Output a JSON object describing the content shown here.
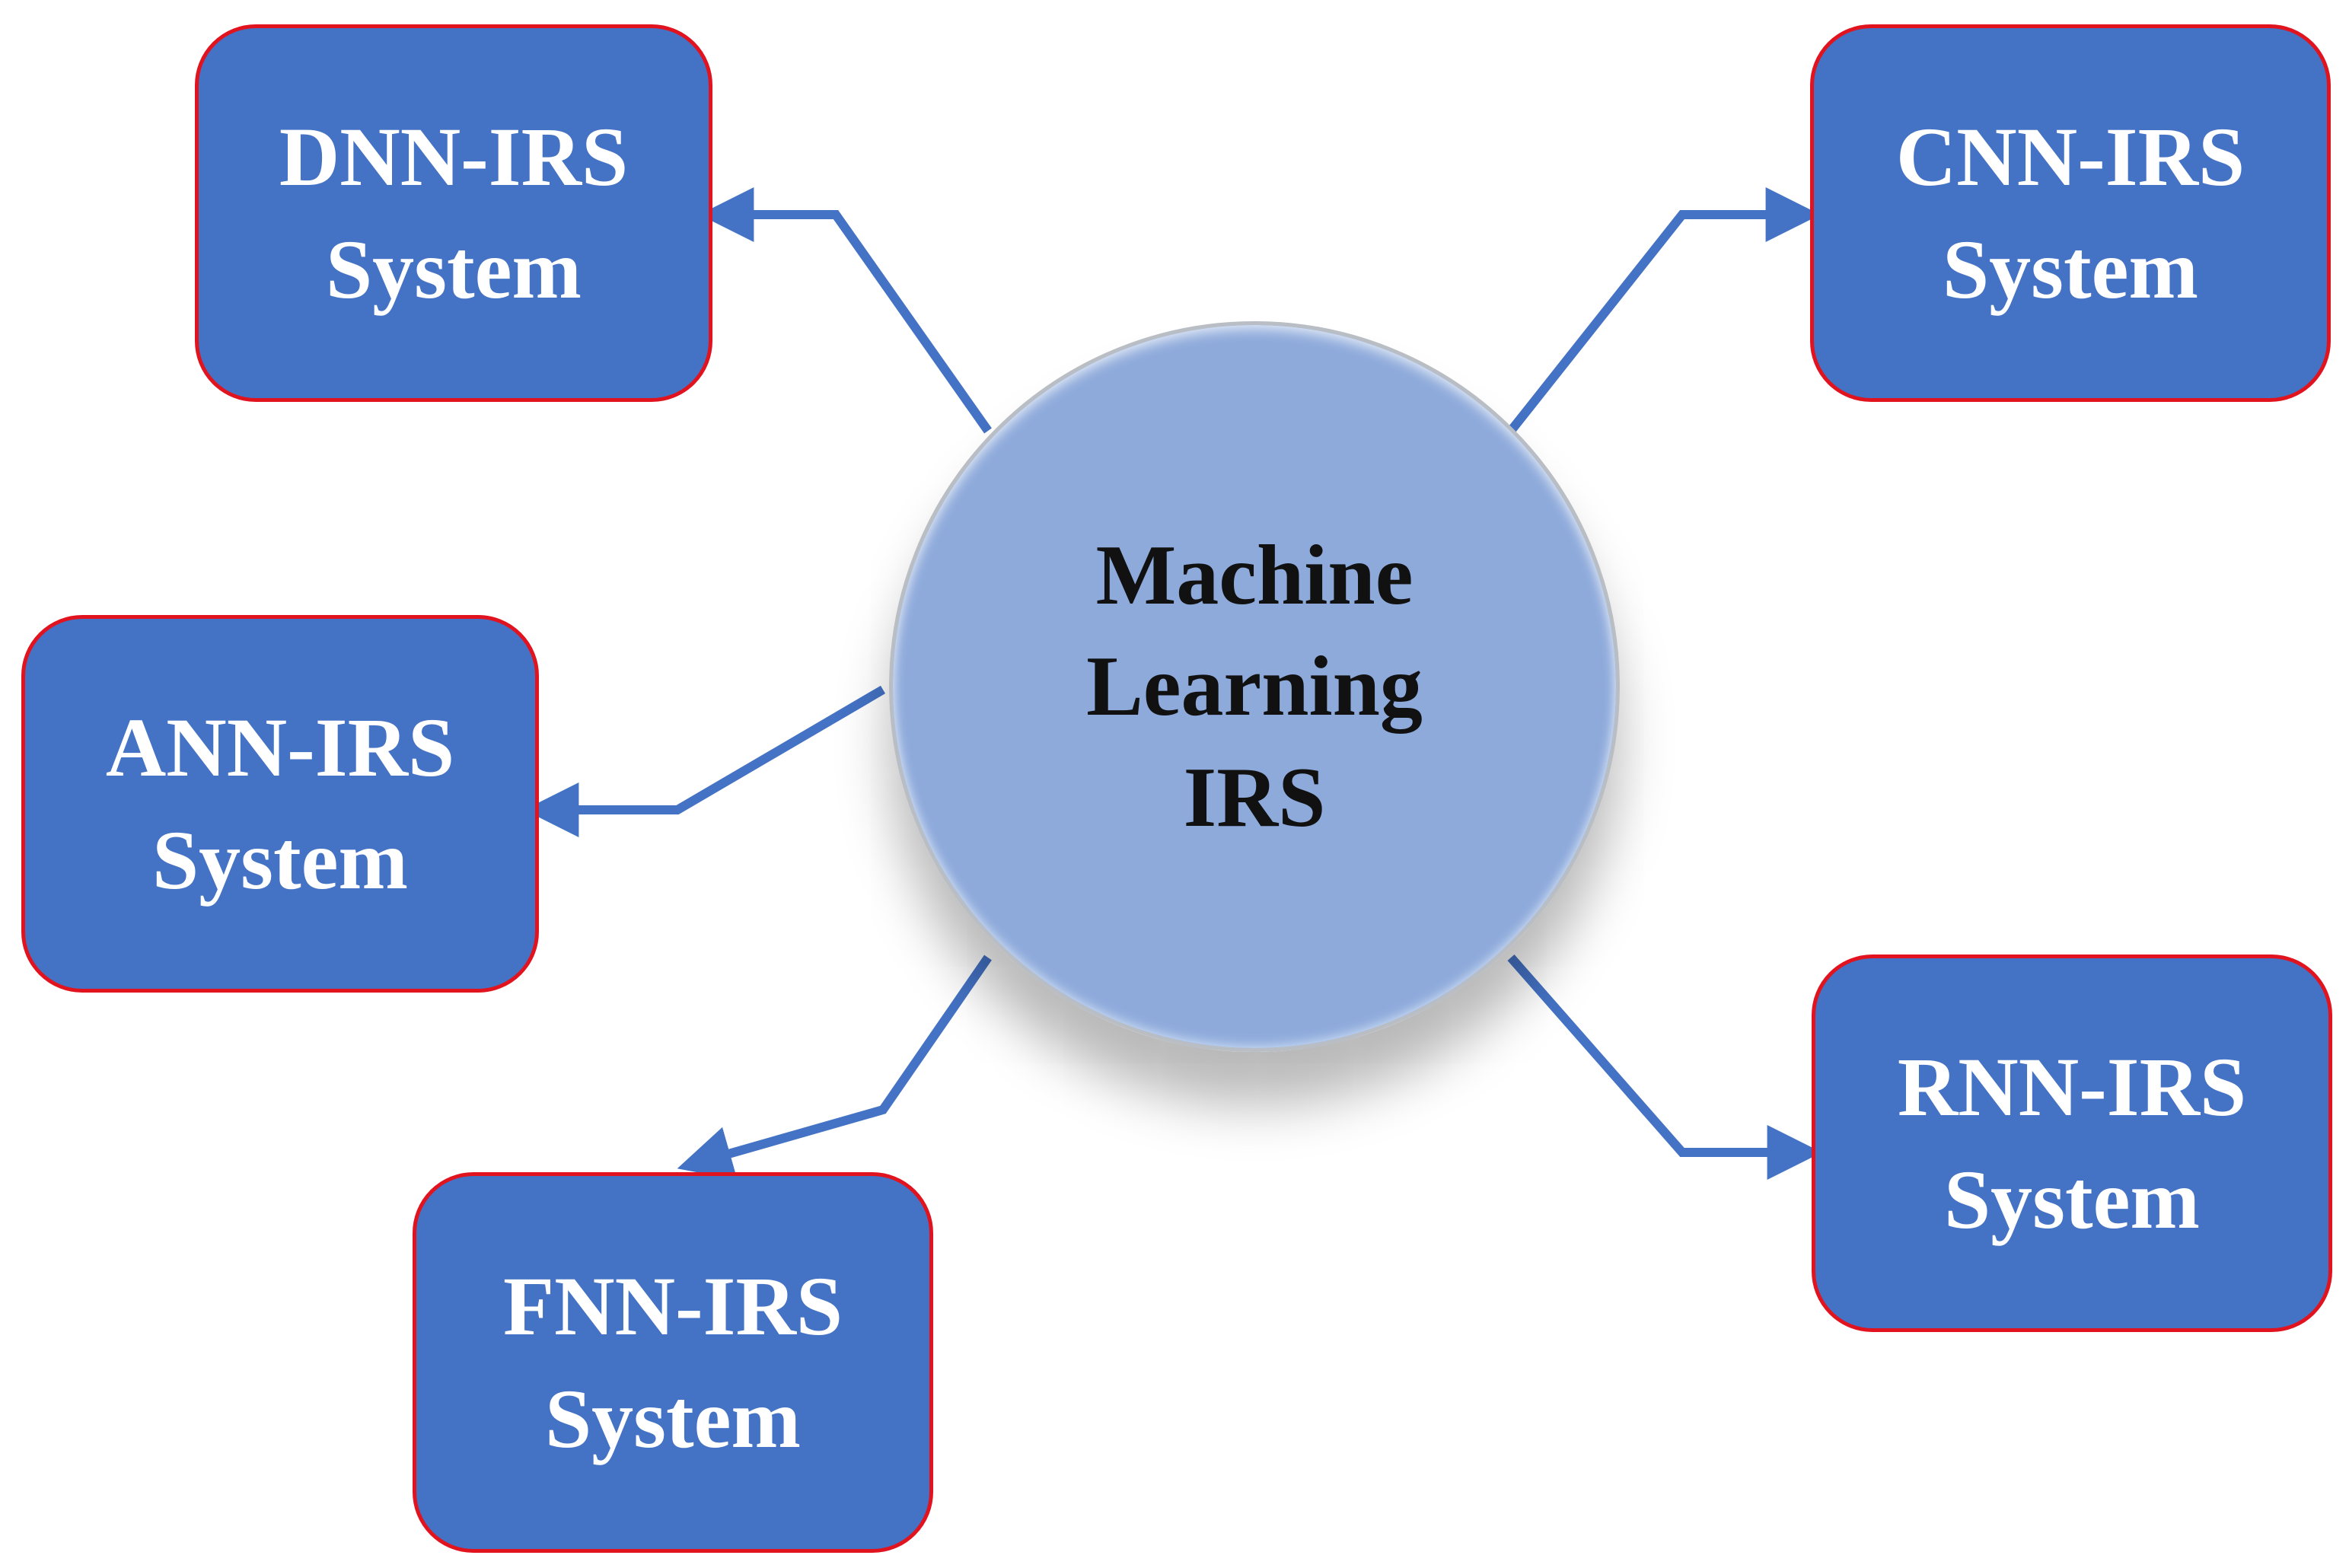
{
  "center": {
    "lines": [
      "Machine",
      "Learning",
      "IRS"
    ]
  },
  "nodes": {
    "dnn": {
      "line1": "DNN-IRS",
      "line2": "System"
    },
    "cnn": {
      "line1": "CNN-IRS",
      "line2": "System"
    },
    "ann": {
      "line1": "ANN-IRS",
      "line2": "System"
    },
    "fnn": {
      "line1": "FNN-IRS",
      "line2": "System"
    },
    "rnn": {
      "line1": "RNN-IRS",
      "line2": "System"
    }
  },
  "colors": {
    "box_fill": "#4472c4",
    "box_border": "#e0131f",
    "connector": "#4472c4",
    "center_fill": "#8eaadb",
    "box_text": "#ffffff",
    "center_text": "#111111"
  }
}
